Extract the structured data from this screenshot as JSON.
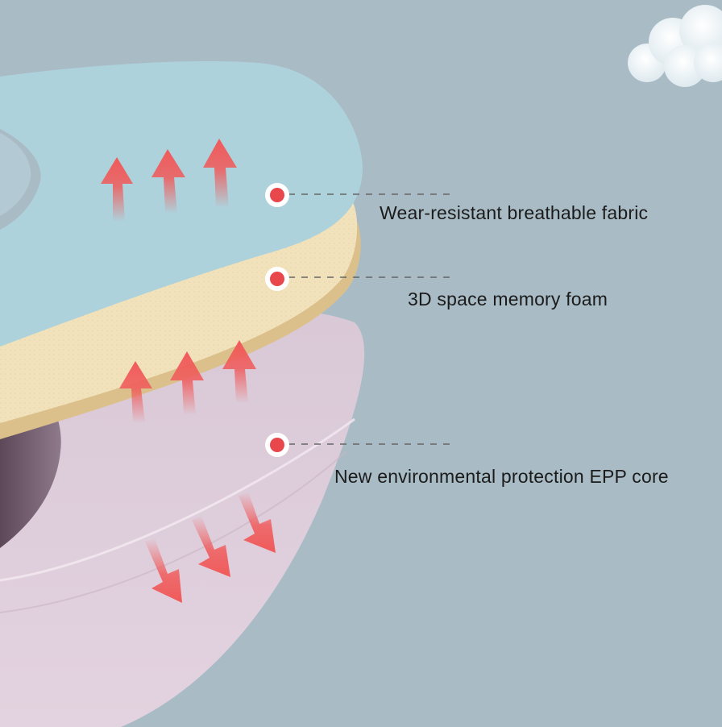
{
  "colors": {
    "background": "#a9bcc6",
    "fabric_layer": "#aed2dc",
    "foam_layer": "#f1e2bb",
    "foam_edge": "#dbc08c",
    "epp_core": "#dccad7",
    "arrow": "#f05a5a",
    "marker": "#e8474c",
    "leader_line": "#666666"
  },
  "icons": [
    "cloud-icon",
    "arrow-up-icon",
    "arrow-down-icon",
    "marker-dot-icon"
  ],
  "callouts": [
    {
      "label": "Wear-resistant breathable fabric"
    },
    {
      "label": "3D space memory foam"
    },
    {
      "label": "New environmental protection EPP core"
    }
  ]
}
